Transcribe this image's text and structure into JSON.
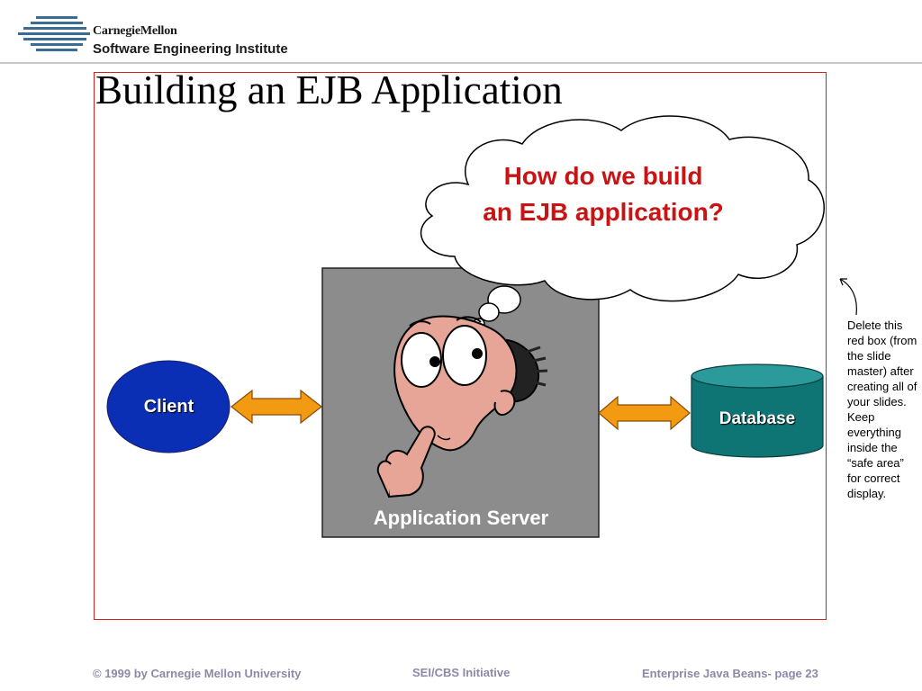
{
  "header": {
    "logo_line1": "CarnegieMellon",
    "logo_line2": "Software Engineering Institute"
  },
  "slide": {
    "title": "Building an EJB Application"
  },
  "diagram": {
    "thought_line1": "How do we build",
    "thought_line2": "an EJB application?",
    "client_label": "Client",
    "server_label": "Application Server",
    "database_label": "Database",
    "colors": {
      "client": "#0a2fb4",
      "server": "#8c8c8c",
      "database": "#0e7474",
      "arrow": "#f29a12",
      "thought_text": "#c81414",
      "safe_box": "#d81e1e"
    }
  },
  "note": {
    "text": "Delete this red box (from the slide master) after creating all of your slides. Keep everything inside the “safe area” for correct display."
  },
  "footer": {
    "left": "© 1999 by Carnegie Mellon University",
    "center": "SEI/CBS Initiative",
    "right": "Enterprise Java Beans- page 23"
  }
}
